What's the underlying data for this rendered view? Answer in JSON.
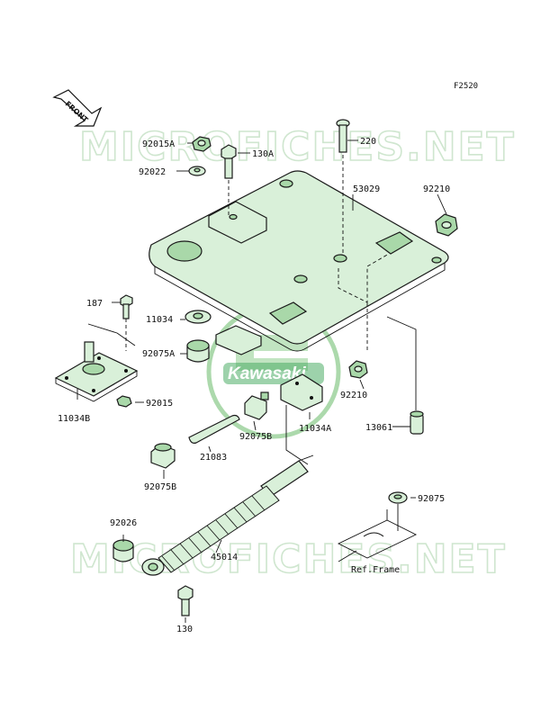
{
  "figure_code": "F2520",
  "front_label": "FRONT",
  "watermark_text": "MICROFICHES.NET",
  "logo_text": "Kawasaki",
  "ref_frame_label": "Ref.Frame",
  "callouts": {
    "p92015A": "92015A",
    "p130A": "130A",
    "p92022": "92022",
    "p220": "220",
    "p53029": "53029",
    "p92210_top": "92210",
    "p187": "187",
    "p11034": "11034",
    "p92075A": "92075A",
    "p92015": "92015",
    "p11034B": "11034B",
    "p92210_mid": "92210",
    "p11034A": "11034A",
    "p13061": "13061",
    "p92075B_mid": "92075B",
    "p21083": "21083",
    "p92075B_left": "92075B",
    "p92075": "92075",
    "p92026": "92026",
    "p45014": "45014",
    "p130": "130"
  },
  "colors": {
    "part_fill": "#d9f0d9",
    "part_dark": "#a9d8a9",
    "watermark": "#cfe6cf",
    "logo_green": "#2e9e4a"
  }
}
